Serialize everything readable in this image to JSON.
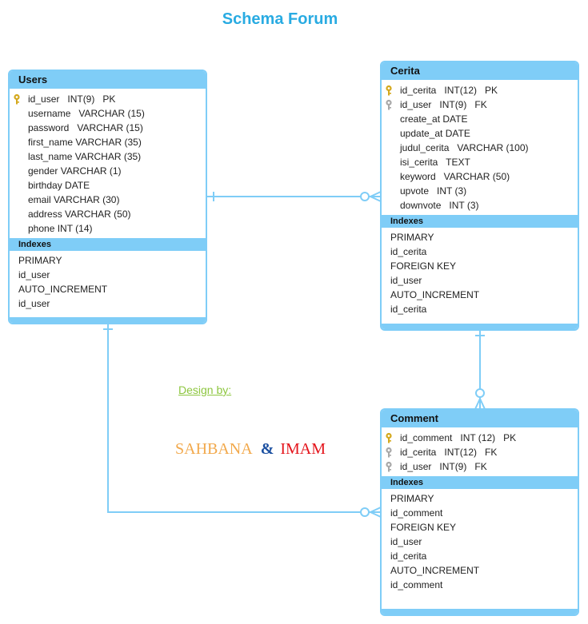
{
  "title": "Schema Forum",
  "colors": {
    "accent": "#7FCDF7",
    "title": "#29ABE2",
    "primary_key": "#D4A81C",
    "foreign_key": "#A8A8A8",
    "design_by": "#8DC63F",
    "author_a": "#F2A94C",
    "ampersand": "#1A4FA0",
    "author_b": "#E4141B"
  },
  "tables": {
    "users": {
      "name": "Users",
      "fields": [
        {
          "text": "id_user   INT(9)   PK",
          "key": "primary"
        },
        {
          "text": "username   VARCHAR (15)",
          "key": ""
        },
        {
          "text": "password   VARCHAR (15)",
          "key": ""
        },
        {
          "text": "first_name VARCHAR (35)",
          "key": ""
        },
        {
          "text": "last_name VARCHAR (35)",
          "key": ""
        },
        {
          "text": "gender VARCHAR (1)",
          "key": ""
        },
        {
          "text": "birthday DATE",
          "key": ""
        },
        {
          "text": "email VARCHAR (30)",
          "key": ""
        },
        {
          "text": "address VARCHAR (50)",
          "key": ""
        },
        {
          "text": "phone INT (14)",
          "key": ""
        }
      ],
      "indexes_label": "Indexes",
      "indexes": [
        "PRIMARY",
        "id_user",
        "AUTO_INCREMENT",
        "id_user"
      ]
    },
    "cerita": {
      "name": "Cerita",
      "fields": [
        {
          "text": "id_cerita   INT(12)   PK",
          "key": "primary"
        },
        {
          "text": "id_user   INT(9)   FK",
          "key": "foreign"
        },
        {
          "text": "create_at DATE",
          "key": ""
        },
        {
          "text": "update_at DATE",
          "key": ""
        },
        {
          "text": "judul_cerita   VARCHAR (100)",
          "key": ""
        },
        {
          "text": "isi_cerita   TEXT",
          "key": ""
        },
        {
          "text": "keyword   VARCHAR (50)",
          "key": ""
        },
        {
          "text": "upvote   INT (3)",
          "key": ""
        },
        {
          "text": "downvote   INT (3)",
          "key": ""
        }
      ],
      "indexes_label": "Indexes",
      "indexes": [
        "PRIMARY",
        "id_cerita",
        "FOREIGN KEY",
        "id_user",
        "AUTO_INCREMENT",
        "id_cerita"
      ]
    },
    "comment": {
      "name": "Comment",
      "fields": [
        {
          "text": "id_comment   INT (12)   PK",
          "key": "primary"
        },
        {
          "text": "id_cerita   INT(12)   FK",
          "key": "foreign"
        },
        {
          "text": "id_user   INT(9)   FK",
          "key": "foreign"
        }
      ],
      "indexes_label": "Indexes",
      "indexes": [
        "PRIMARY",
        "id_comment",
        "FOREIGN KEY",
        "id_user",
        "id_cerita",
        "AUTO_INCREMENT",
        "id_comment"
      ]
    }
  },
  "relations": [
    {
      "from": "Users",
      "to": "Cerita",
      "from_end": "one",
      "to_end": "zero-or-many"
    },
    {
      "from": "Users",
      "to": "Comment",
      "from_end": "one",
      "to_end": "zero-or-many"
    },
    {
      "from": "Cerita",
      "to": "Comment",
      "from_end": "one",
      "to_end": "zero-or-many"
    }
  ],
  "credits": {
    "design_by": "Design by:",
    "author_a": "SAHBANA",
    "ampersand": "&",
    "author_b": "IMAM"
  }
}
